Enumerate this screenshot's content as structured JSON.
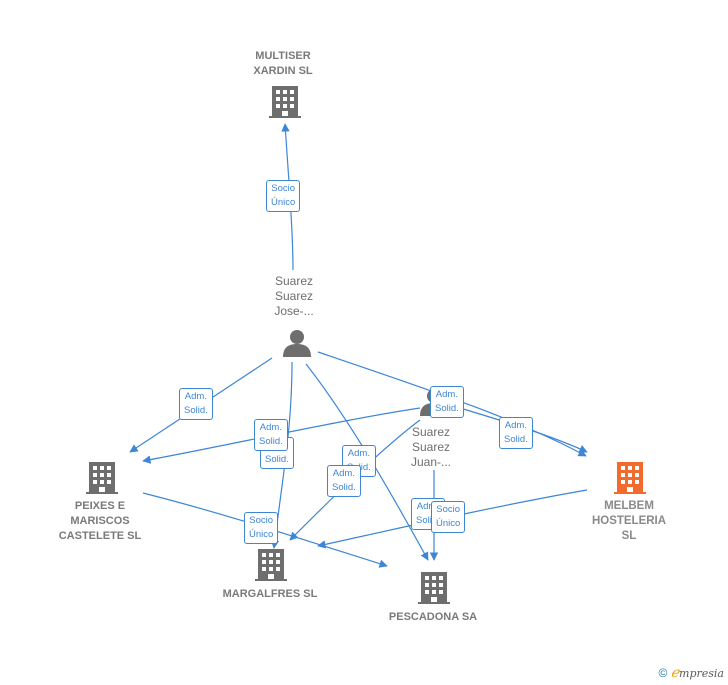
{
  "colors": {
    "edge": "#3d86d6",
    "company": "#6e6e6e",
    "focus_company": "#f26a2e",
    "person": "#6e6e6e"
  },
  "companies": {
    "multiser": "MULTISER\nXARDIN  SL",
    "peixes": "PEIXES E\nMARISCOS\nCASTELETE SL",
    "margalfres": "MARGALFRES SL",
    "pescadona": "PESCADONA SA",
    "melbem": "MELBEM\nHOSTELERIA\nSL"
  },
  "persons": {
    "jose": "Suarez\nSuarez\nJose-...",
    "juan": "Suarez\nSuarez\nJuan-..."
  },
  "edge_labels": {
    "socio_unico_1": "Socio\nÚnico",
    "adm_1": "Adm.\nSolid.",
    "adm_2": "Adm.\nSolid.",
    "adm_3": "Adm.\nSolid.",
    "adm_4": "Adm.\nSolid.",
    "adm_5": "Adm.\nSolid.",
    "adm_6": "Adm.\nSolid.",
    "adm_7": "Adm.\nSolid.",
    "adm_8": "Adm.\nSolid.",
    "socio_unico_2": "Socio\nÚnico",
    "socio_unico_3": "Socio\nÚnico"
  },
  "footer": {
    "copyright_symbol": "©",
    "brand_e": "ℯ",
    "brand_rest": "mpresia"
  }
}
